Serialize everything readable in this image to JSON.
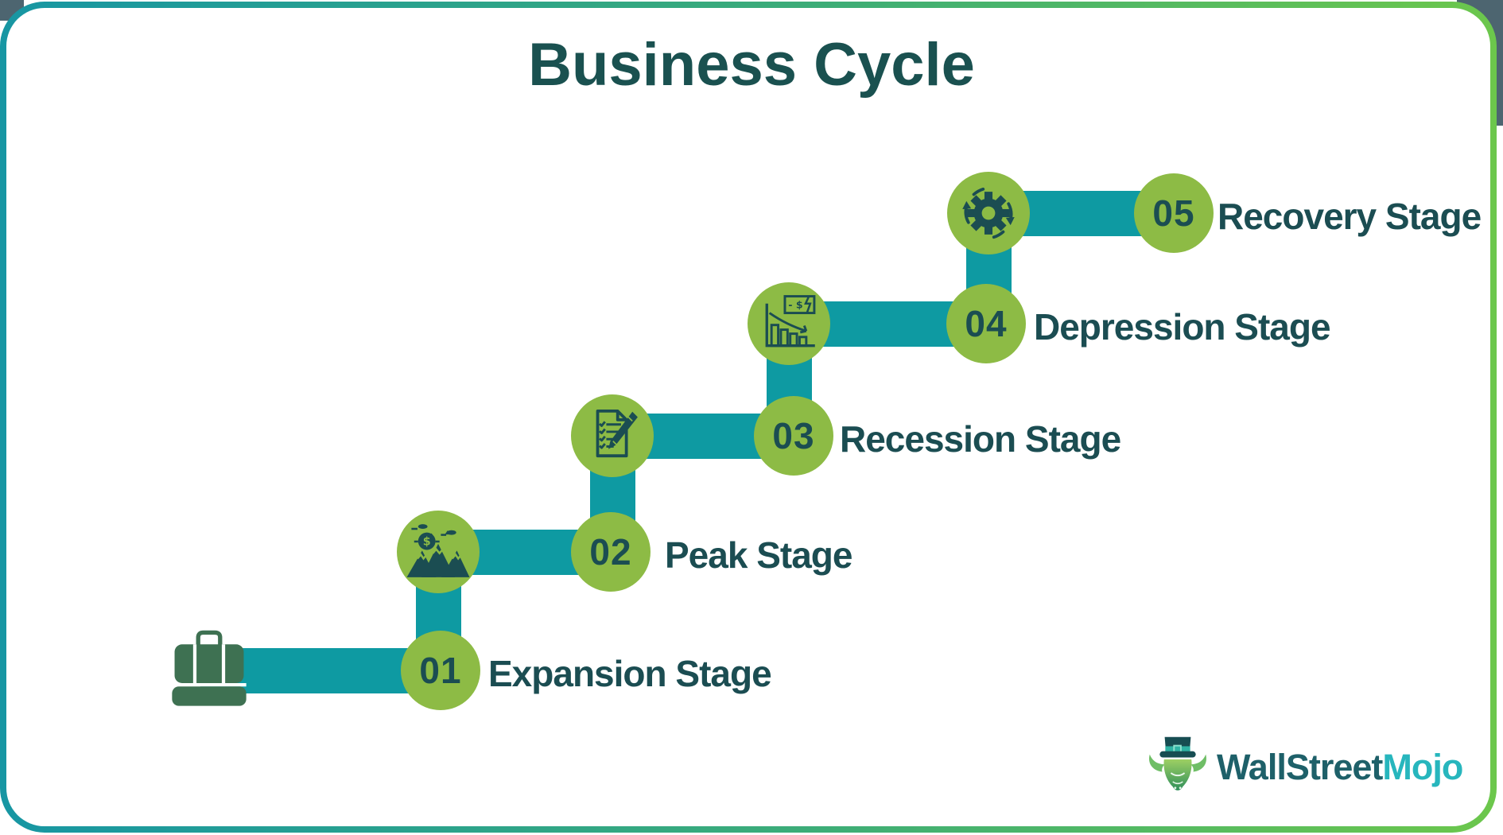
{
  "title": "Business Cycle",
  "colors": {
    "teal": "#0E9AA2",
    "green": "#8DBB45",
    "dark": "#1B4D52",
    "title": "#1A5150",
    "briefcase": "#3E7152",
    "border-start": "#1796A3",
    "border-mid": "#3DAD77",
    "border-end": "#6CC74C",
    "logo-dark": "#1E6069",
    "logo-accent": "#27B6BD",
    "backdrop": "#4D6570"
  },
  "stages": [
    {
      "number": "01",
      "label": "Expansion Stage",
      "icon": "briefcase-icon"
    },
    {
      "number": "02",
      "label": "Peak Stage",
      "icon": "mountain-peak-icon"
    },
    {
      "number": "03",
      "label": "Recession Stage",
      "icon": "checklist-pen-icon"
    },
    {
      "number": "04",
      "label": "Depression Stage",
      "icon": "declining-chart-money-icon"
    },
    {
      "number": "05",
      "label": "Recovery Stage",
      "icon": "gear-cycle-icon"
    }
  ],
  "logo": {
    "brand_primary": "WallStreet",
    "brand_secondary": "Mojo",
    "icon": "bull-with-hat-icon"
  }
}
